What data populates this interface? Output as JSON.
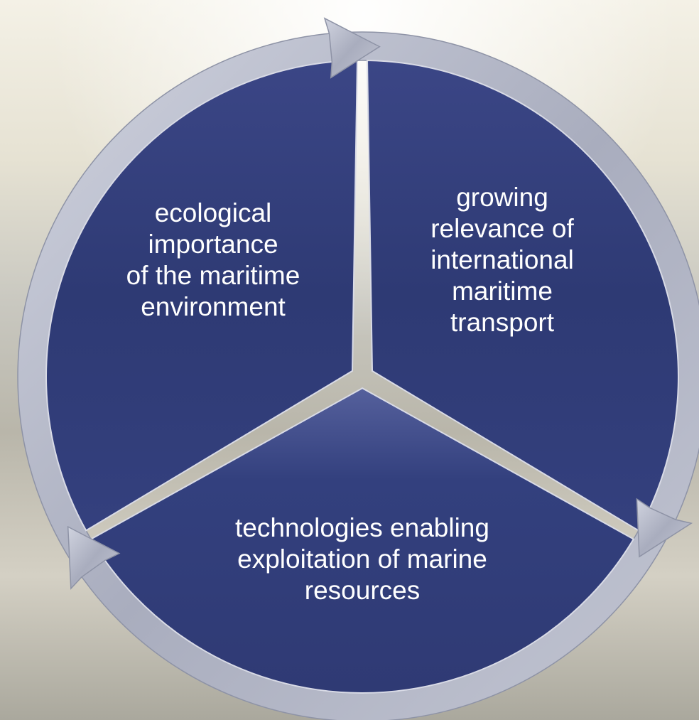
{
  "diagram": {
    "type": "cycle",
    "segments": [
      {
        "id": "ecological",
        "lines": [
          "ecological",
          "importance",
          "of the maritime",
          "environment"
        ]
      },
      {
        "id": "transport",
        "lines": [
          "growing",
          "relevance of",
          "international",
          "maritime",
          "transport"
        ]
      },
      {
        "id": "technologies",
        "lines": [
          "technologies enabling",
          "exploitation of marine",
          "resources"
        ]
      }
    ],
    "colors": {
      "segment_fill": "#2f3a72",
      "segment_fill_light": "#3d4a8c",
      "ring_fill": "#b9bdca",
      "ring_shadow": "#8e93a6",
      "text": "#ffffff",
      "sky_top": "#f3efe2",
      "sea_bottom": "#a9a79b"
    }
  }
}
